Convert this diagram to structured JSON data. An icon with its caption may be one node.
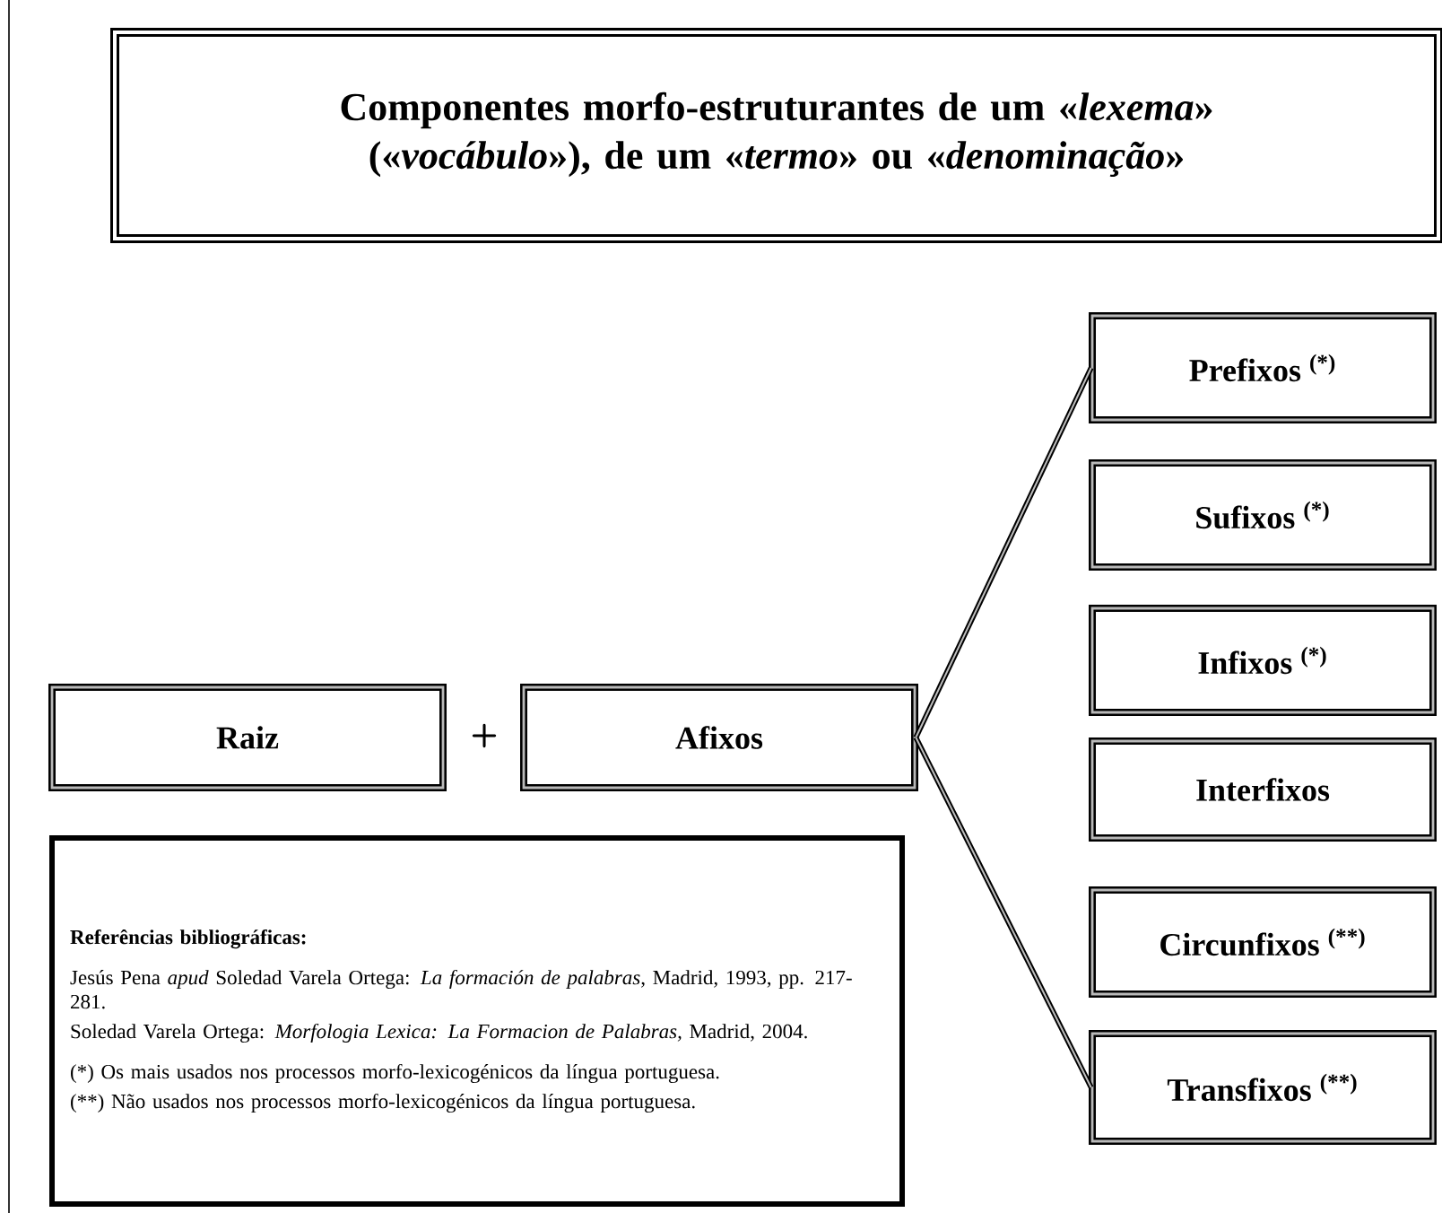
{
  "diagram": {
    "title": "Componentes morfo-estruturantes de um «*lexema*» («*vocábulo*»), de um «*termo*» ou «*denominação*»",
    "nodes": [
      {
        "text": [
          "Raiz"
        ]
      },
      {
        "text": [
          "Afixos"
        ]
      },
      {
        "text": [
          "Prefixos $^{(*)}$"
        ]
      },
      {
        "text": [
          "Sufixos $^{(*)}$"
        ]
      },
      {
        "text": [
          "Infixos $^{(*)}$"
        ]
      },
      {
        "text": [
          "Interfixos"
        ]
      },
      {
        "text": [
          "Circunfixos $^{(**)}$"
        ]
      },
      {
        "text": [
          "Transfixos $^{(**)}$"
        ]
      },
      {
        "text": [
          "Referências bibliográficas:",
          "Jesús Pena *apud* Soledad Varela Ortega: *La formación de palabras*, Madrid, 1993, pp. 217-281.",
          "Soledad Varela Ortega: *Morfologia Lexica: La Formacion de Palabras,* Madrid, 2004.",
          "(*) Os mais usados nos processos morfo-lexicogénicos da língua portuguesa.",
          "(**) Não usados nos processos morfo-lexicogénicos da língua portuguesa."
        ]
      }
    ],
    "edges": [
      {
        "from": 1,
        "to": 2,
        "arrow": "none"
      },
      {
        "from": 1,
        "to": 7,
        "arrow": "none"
      }
    ],
    "labels": [
      "+"
    ]
  }
}
